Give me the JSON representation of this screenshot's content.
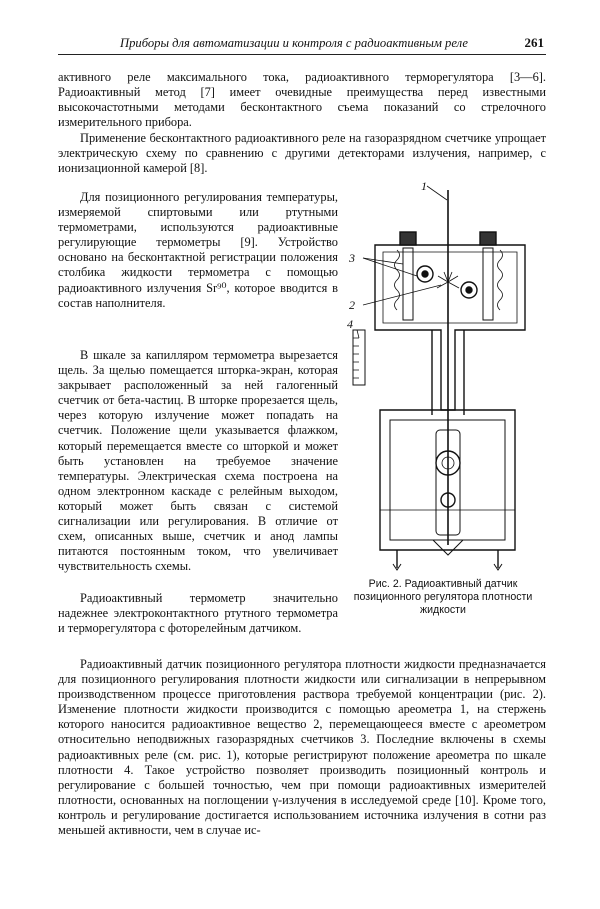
{
  "header": {
    "running_title": "Приборы для автоматизации и контроля с радиоактивным реле",
    "page_number": "261"
  },
  "paragraphs": {
    "p1": "активного реле максимального тока, радиоактивного терморегулятора [3—6]. Радиоактивный метод [7] имеет очевидные преимущества перед известными высокочастотными методами бесконтактного съема показаний со стрелочного измерительного прибора.",
    "p2a": "Применение бесконтактного радиоактивного реле на газоразрядном счетчике упрощает электрическую схему по сравнению с другими детекторами излучения, например, с ионизационной камерой [8].",
    "p3": "Для позиционного регулирования температуры, измеряемой спиртовыми или ртутными термометрами, используются радиоактивные регулирующие термометры [9]. Устройство основано на бесконтактной регистрации положения столбика жидкости термометра с помощью радиоактивного излучения Sr⁹⁰, которое вводится в состав наполнителя.",
    "p4": "В шкале за капилляром термометра вырезается щель. За щелью помещается шторка-экран, которая закрывает расположенный за ней галогенный счетчик от бета-частиц. В шторке прорезается щель, через которую излучение может попадать на счетчик. Положение щели указывается флажком, который перемещается вместе со шторкой и может быть установлен на требуемое значение температуры. Электрическая схема построена на одном электронном каскаде с релейным выходом, который может быть связан с системой сигнализации или регулирования. В отличие от схем, описанных выше, счетчик и анод лампы питаются постоянным током, что увеличивает чувствительность схемы.",
    "p5": "Радиоактивный термометр значительно надежнее электроконтактного ртутного термометра и терморегулятора с фоторелейным датчиком.",
    "p6": "Радиоактивный датчик позиционного регулятора плотности жидкости предназначается для позиционного регулирования плотности жидкости или сигнализации в непрерывном производственном процессе приготовления раствора требуемой концентрации (рис. 2). Изменение плотности жидкости производится с помощью ареометра 1, на стержень которого наносится радиоактивное вещество 2, перемещающееся вместе с ареометром относительно неподвижных газоразрядных счетчиков 3. Последние включены в схемы радиоактивных реле (см. рис. 1), которые регистрируют положение ареометра по шкале плотности 4. Такое устройство позволяет производить позиционный контроль и регулирование с большей точностью, чем при помощи радиоактивных измерителей плотности, основанных на поглощении γ-излучения в исследуемой среде [10]. Кроме того, контроль и регулирование достигается использованием источника излучения в сотни раз меньшей активности, чем в случае ис-"
  },
  "figure": {
    "callouts": [
      "1",
      "2",
      "3",
      "4"
    ],
    "caption": "Рис. 2. Радиоактивный датчик позиционного регулятора плотности жидкости"
  }
}
